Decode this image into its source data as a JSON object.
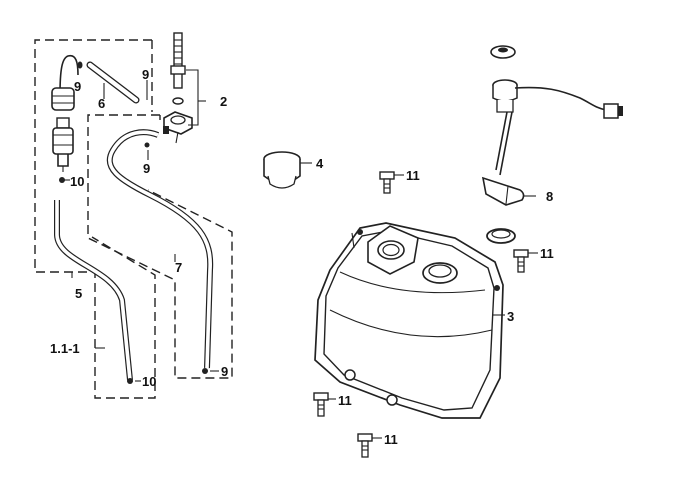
{
  "diagram": {
    "type": "exploded-parts-view",
    "callouts": {
      "c9a": "9",
      "c6": "6",
      "c2": "2",
      "c9b": "9",
      "c10a": "10",
      "c7": "7",
      "c5": "5",
      "c1_1_1": "1.1-1",
      "c10b": "10",
      "c9c": "9",
      "c4": "4",
      "c11a": "11",
      "c8": "8",
      "c11b": "11",
      "c3": "3",
      "c11c": "11",
      "c11d": "11"
    }
  }
}
